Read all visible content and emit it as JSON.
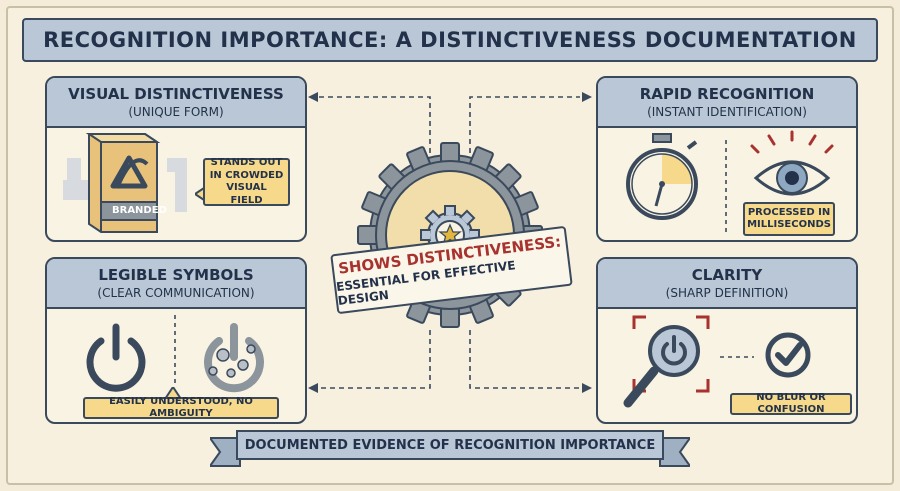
{
  "title": "RECOGNITION IMPORTANCE: A DISTINCTIVENESS DOCUMENTATION",
  "center": {
    "line1": "SHOWS DISTINCTIVENESS:",
    "line2": "ESSENTIAL FOR EFFECTIVE DESIGN"
  },
  "panels": {
    "visual": {
      "title": "VISUAL DISTINCTIVENESS",
      "subtitle": "(UNIQUE FORM)",
      "box_label": "BRANDED",
      "callout": "STANDS OUT IN CROWDED VISUAL FIELD"
    },
    "rapid": {
      "title": "RAPID RECOGNITION",
      "subtitle": "(INSTANT IDENTIFICATION)",
      "callout": "PROCESSED IN MILLISECONDS"
    },
    "legible": {
      "title": "LEGIBLE SYMBOLS",
      "subtitle": "(CLEAR COMMUNICATION)",
      "callout": "EASILY UNDERSTOOD, NO AMBIGUITY"
    },
    "clarity": {
      "title": "CLARITY",
      "subtitle": "(SHARP DEFINITION)",
      "callout": "NO BLUR OR CONFUSION"
    }
  },
  "footer": "DOCUMENTED EVIDENCE OF RECOGNITION IMPORTANCE",
  "colors": {
    "background": "#f4ecd9",
    "header_blue": "#b9c7d6",
    "outline": "#3a4a5c",
    "accent_yellow": "#f6d98a",
    "accent_red": "#a8322d",
    "gear_gray": "#8c949c"
  }
}
